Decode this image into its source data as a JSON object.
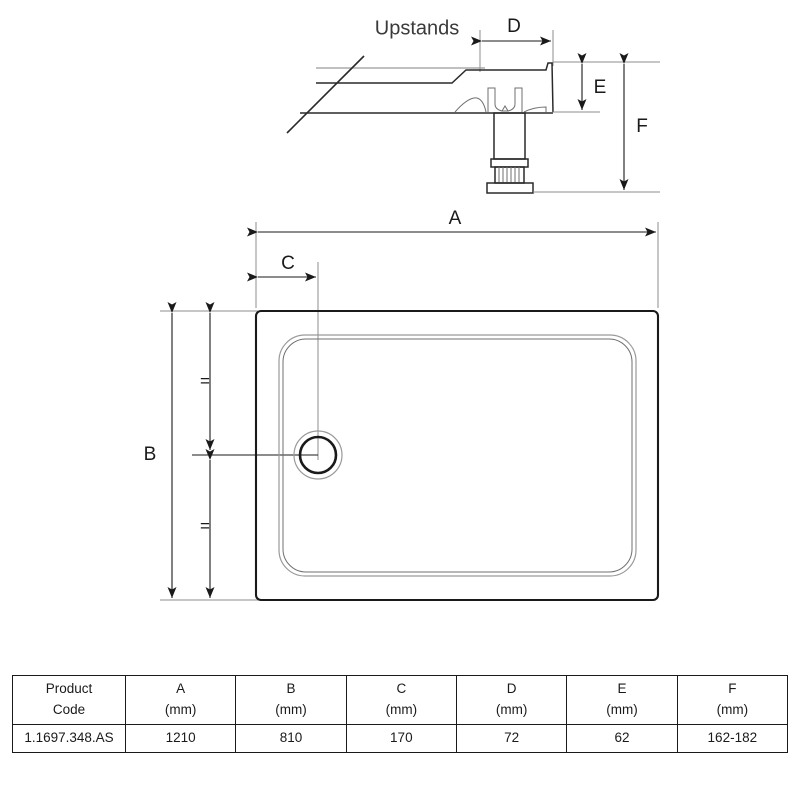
{
  "drawing": {
    "title_note": "Upstands",
    "dimension_labels": {
      "A": "A",
      "B": "B",
      "C": "C",
      "D": "D",
      "E": "E",
      "F": "F"
    },
    "equal_marks": {
      "upper": "=",
      "lower": "="
    }
  },
  "table": {
    "headers": [
      {
        "line1": "Product",
        "line2": "Code"
      },
      {
        "line1": "A",
        "line2": "(mm)"
      },
      {
        "line1": "B",
        "line2": "(mm)"
      },
      {
        "line1": "C",
        "line2": "(mm)"
      },
      {
        "line1": "D",
        "line2": "(mm)"
      },
      {
        "line1": "E",
        "line2": "(mm)"
      },
      {
        "line1": "F",
        "line2": "(mm)"
      }
    ],
    "rows": [
      {
        "product_code": "1.1697.348.AS",
        "a": "1210",
        "b": "810",
        "c": "170",
        "d": "72",
        "e": "62",
        "f": "162-182"
      }
    ]
  },
  "colors": {
    "line": "#1a1a1a",
    "light_line": "#9a9a9a",
    "background": "#ffffff"
  }
}
